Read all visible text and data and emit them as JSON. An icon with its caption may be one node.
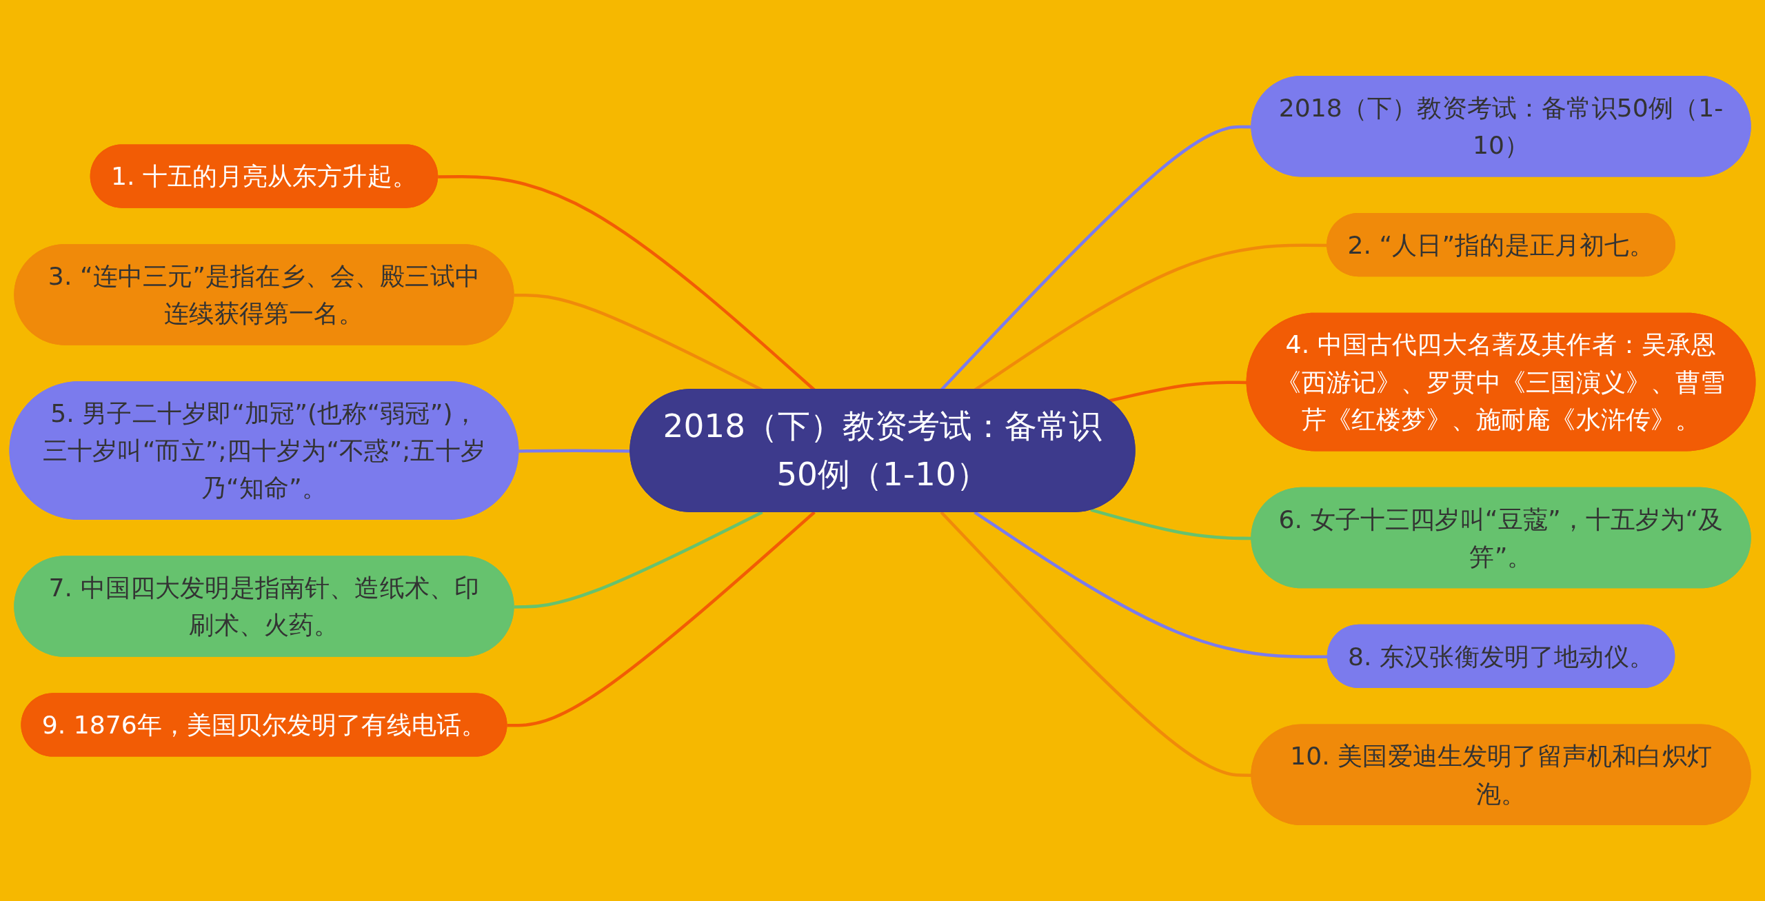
{
  "diagram": {
    "nodes": [
      {
        "text": [
          "2018（下）教资考试：备常识50例（1-10）"
        ]
      },
      {
        "text": [
          "2018（下）教资考试：备常识50例（1-10）"
        ]
      },
      {
        "text": [
          "1. 十五的月亮从东方升起。"
        ]
      },
      {
        "text": [
          "2. “人日”指的是正月初七。"
        ]
      },
      {
        "text": [
          "3. “连中三元”是指在乡、会、殿三试中连续获得第一名。"
        ]
      },
      {
        "text": [
          "4. 中国古代四大名著及其作者：吴承恩《西游记》、罗贯中《三国演义》、曹雪芹《红楼梦》、施耐庵《水浒传》。"
        ]
      },
      {
        "text": [
          "5. 男子二十岁即“加冠”(也称“弱冠”)，三十岁叫“而立”;四十岁为“不惑”;五十岁乃“知命”。"
        ]
      },
      {
        "text": [
          "6. 女子十三四岁叫“豆蔻”，十五岁为“及笄”。"
        ]
      },
      {
        "text": [
          "7. 中国四大发明是指南针、造纸术、印刷术、火药。"
        ]
      },
      {
        "text": [
          "8. 东汉张衡发明了地动仪。"
        ]
      },
      {
        "text": [
          "9. 1876年，美国贝尔发明了有线电话。"
        ]
      },
      {
        "text": [
          "10. 美国爱迪生发明了留声机和白炽灯泡。"
        ]
      }
    ],
    "edges": [
      {
        "from": 0,
        "to": 1,
        "arrow": "none",
        "color": "#7b7bed"
      },
      {
        "from": 0,
        "to": 2,
        "arrow": "none",
        "color": "#f25c05"
      },
      {
        "from": 0,
        "to": 3,
        "arrow": "none",
        "color": "#f08a0a"
      },
      {
        "from": 0,
        "to": 4,
        "arrow": "none",
        "color": "#f08a0a"
      },
      {
        "from": 0,
        "to": 5,
        "arrow": "none",
        "color": "#f25c05"
      },
      {
        "from": 0,
        "to": 6,
        "arrow": "none",
        "color": "#7b7bed"
      },
      {
        "from": 0,
        "to": 7,
        "arrow": "none",
        "color": "#66c26e"
      },
      {
        "from": 0,
        "to": 8,
        "arrow": "none",
        "color": "#66c26e"
      },
      {
        "from": 0,
        "to": 9,
        "arrow": "none",
        "color": "#7b7bed"
      },
      {
        "from": 0,
        "to": 10,
        "arrow": "none",
        "color": "#f25c05"
      },
      {
        "from": 0,
        "to": 11,
        "arrow": "none",
        "color": "#f08a0a"
      }
    ]
  }
}
